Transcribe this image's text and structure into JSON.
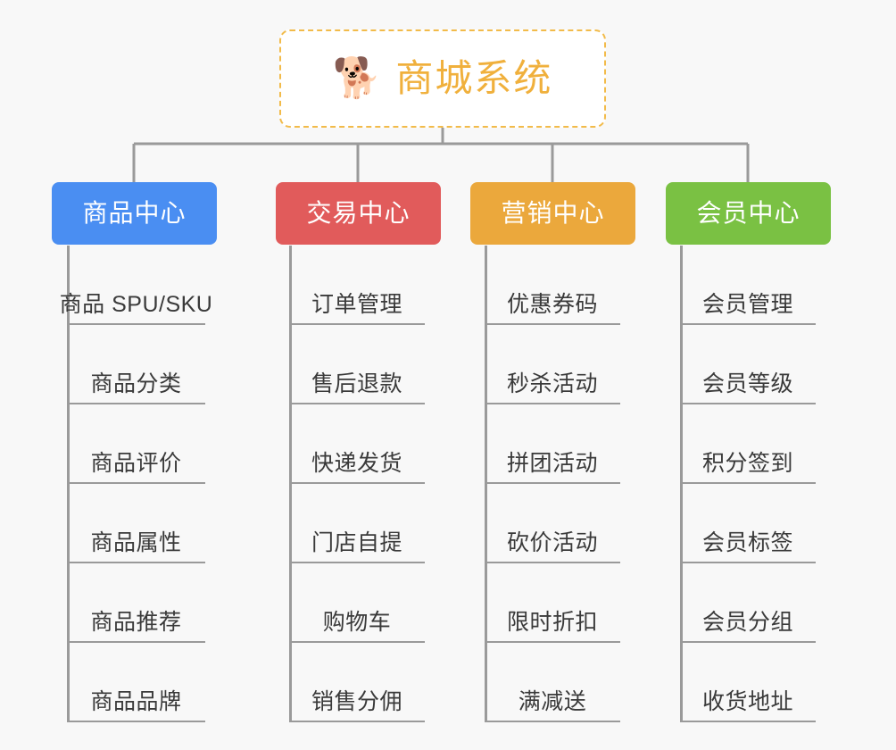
{
  "page": {
    "background_color": "#f8f8f8",
    "line_color": "#9a9a9a",
    "leaf_text_color": "#3a3a3a"
  },
  "root": {
    "icon": "dog-face-emoji",
    "icon_glyph": "🐕",
    "title": "商城系统",
    "title_color": "#f0b03c",
    "border_color": "#f2bb4a",
    "background_color": "#ffffff"
  },
  "categories": [
    {
      "label": "商品中心",
      "color": "#4a8ef2",
      "items": [
        "商品 SPU/SKU",
        "商品分类",
        "商品评价",
        "商品属性",
        "商品推荐",
        "商品品牌"
      ]
    },
    {
      "label": "交易中心",
      "color": "#e15b5b",
      "items": [
        "订单管理",
        "售后退款",
        "快递发货",
        "门店自提",
        "购物车",
        "销售分佣"
      ]
    },
    {
      "label": "营销中心",
      "color": "#eba83c",
      "items": [
        "优惠券码",
        "秒杀活动",
        "拼团活动",
        "砍价活动",
        "限时折扣",
        "满减送"
      ]
    },
    {
      "label": "会员中心",
      "color": "#7ac143",
      "items": [
        "会员管理",
        "会员等级",
        "积分签到",
        "会员标签",
        "会员分组",
        "收货地址"
      ]
    }
  ]
}
